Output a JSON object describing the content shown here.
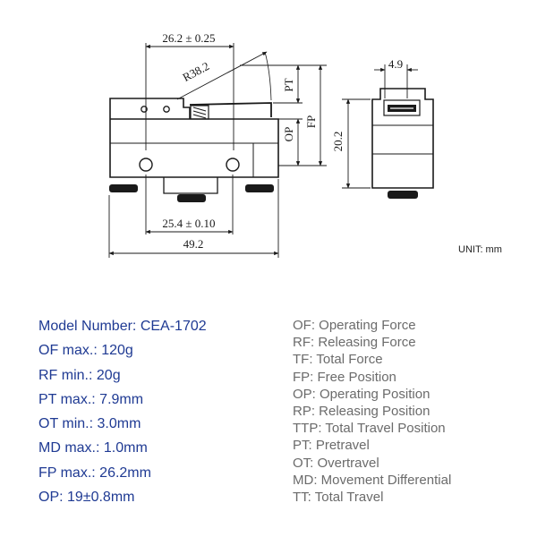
{
  "drawing": {
    "dims": {
      "top_width": "26.2 ± 0.25",
      "radius": "R38.2",
      "pt": "PT",
      "op": "OP",
      "fp": "FP",
      "height": "20.2",
      "side_width": "4.9",
      "hole_spacing": "25.4 ± 0.10",
      "total_width": "49.2"
    },
    "unit": "UNIT: mm"
  },
  "specs": [
    "Model Number: CEA-1702",
    "OF max.: 120g",
    "RF min.: 20g",
    "PT max.: 7.9mm",
    "OT min.: 3.0mm",
    "MD max.: 1.0mm",
    "FP max.: 26.2mm",
    "OP: 19±0.8mm"
  ],
  "legend": [
    "OF: Operating Force",
    "RF: Releasing Force",
    "TF: Total Force",
    "FP: Free Position",
    "OP: Operating Position",
    "RP: Releasing Position",
    "TTP: Total Travel Position",
    "PT: Pretravel",
    "OT: Overtravel",
    "MD: Movement Differential",
    "TT: Total Travel"
  ],
  "colors": {
    "spec_text": "#1f3a93",
    "legend_text": "#6b6b6b",
    "line": "#1a1a1a"
  }
}
